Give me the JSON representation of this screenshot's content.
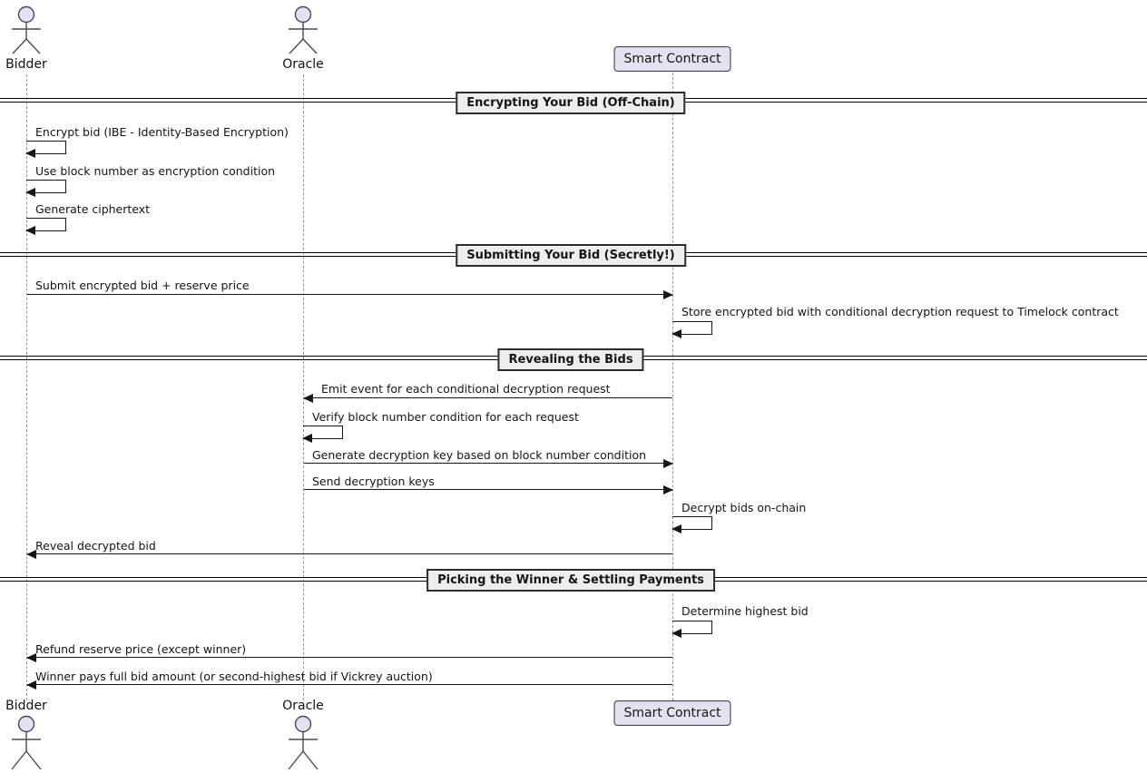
{
  "actors": [
    {
      "name": "Bidder",
      "type": "actor"
    },
    {
      "name": "Oracle",
      "type": "actor"
    },
    {
      "name": "Smart Contract",
      "type": "participant"
    }
  ],
  "dividers": [
    {
      "label": "Encrypting Your Bid (Off-Chain)"
    },
    {
      "label": "Submitting Your Bid (Secretly!)"
    },
    {
      "label": "Revealing the Bids"
    },
    {
      "label": "Picking the Winner & Settling Payments"
    }
  ],
  "messages": [
    {
      "from": "Bidder",
      "to": "Bidder",
      "kind": "self",
      "label": "Encrypt bid (IBE - Identity-Based Encryption)"
    },
    {
      "from": "Bidder",
      "to": "Bidder",
      "kind": "self",
      "label": "Use block number as encryption condition"
    },
    {
      "from": "Bidder",
      "to": "Bidder",
      "kind": "self",
      "label": "Generate ciphertext"
    },
    {
      "from": "Bidder",
      "to": "Smart Contract",
      "kind": "arrow",
      "label": "Submit encrypted bid + reserve price"
    },
    {
      "from": "Smart Contract",
      "to": "Smart Contract",
      "kind": "self",
      "label": "Store encrypted bid with conditional decryption request to Timelock contract"
    },
    {
      "from": "Smart Contract",
      "to": "Oracle",
      "kind": "arrow",
      "label": "Emit event for each conditional decryption request"
    },
    {
      "from": "Oracle",
      "to": "Oracle",
      "kind": "self",
      "label": "Verify block number condition for each request"
    },
    {
      "from": "Oracle",
      "to": "Smart Contract",
      "kind": "arrow",
      "label": "Generate decryption key based on block number condition"
    },
    {
      "from": "Oracle",
      "to": "Smart Contract",
      "kind": "arrow",
      "label": "Send decryption keys"
    },
    {
      "from": "Smart Contract",
      "to": "Smart Contract",
      "kind": "self",
      "label": "Decrypt bids on-chain"
    },
    {
      "from": "Smart Contract",
      "to": "Bidder",
      "kind": "arrow",
      "label": "Reveal decrypted bid"
    },
    {
      "from": "Smart Contract",
      "to": "Smart Contract",
      "kind": "self",
      "label": "Determine highest bid"
    },
    {
      "from": "Smart Contract",
      "to": "Bidder",
      "kind": "arrow",
      "label": "Refund reserve price (except winner)"
    },
    {
      "from": "Smart Contract",
      "to": "Bidder",
      "kind": "arrow",
      "label": "Winner pays full bid amount (or second-highest bid if Vickrey auction)"
    }
  ],
  "colors": {
    "actor_fill": "#E2E2F0",
    "actor_border": "#43434f",
    "divider_fill": "#EEEEEE",
    "divider_border": "#2c2c2c",
    "message_line": "#181818",
    "lifeline": "#979797"
  }
}
